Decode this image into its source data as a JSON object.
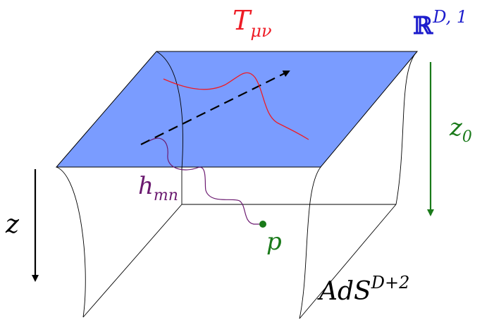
{
  "labels": {
    "stress_tensor": {
      "base": "T",
      "sub": "μν",
      "color": "#ee1c25"
    },
    "boundary": {
      "base": "ℝ",
      "sup": "D, 1",
      "color": "#1c1ccc"
    },
    "radial_position": {
      "base": "z",
      "sub": "0",
      "color": "#1a7a1a"
    },
    "radial_axis": {
      "base": "z",
      "color": "#000000"
    },
    "graviton": {
      "base": "h",
      "sub": "mn",
      "color": "#6b1a70"
    },
    "bulk_point": {
      "base": "p",
      "color": "#1a7a1a"
    },
    "bulk": {
      "base": "AdS",
      "sup": "D+2",
      "color": "#000000"
    }
  },
  "colors": {
    "boundary_plane_fill": "#7a9cff",
    "boundary_plane_stroke": "#000000",
    "curve_red": "#ee1c25",
    "curve_purple": "#6b1a70",
    "point_green": "#1a7a1a",
    "arrow_green": "#1a7a1a",
    "dashed_arrow": "#000000"
  }
}
